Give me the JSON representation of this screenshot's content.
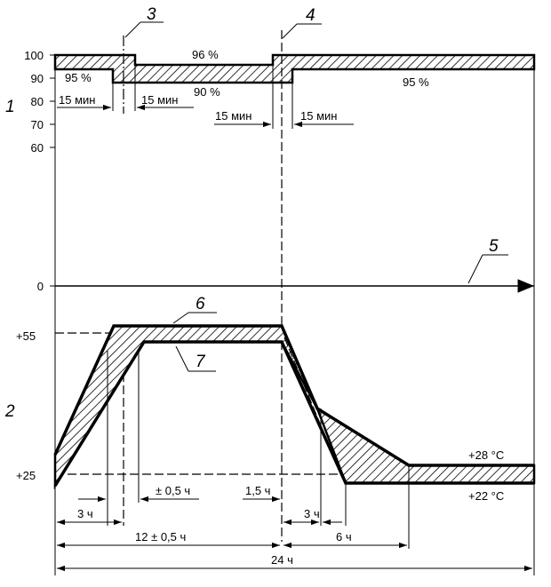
{
  "diagram": {
    "humidity_axis": {
      "section_label": "1",
      "ticks": [
        "100",
        "90",
        "80",
        "70",
        "60",
        "0"
      ]
    },
    "temperature_axis": {
      "section_label": "2",
      "ticks": [
        "+55",
        "+25"
      ]
    },
    "humidity_labels": {
      "left_band": "95 %",
      "middle_band": "96 %",
      "middle_lower": "90 %",
      "right_band": "95 %"
    },
    "transition_labels": {
      "t1_left": "15 мин",
      "t1_right": "15 мин",
      "t2_left": "15 мин",
      "t2_right": "15 мин"
    },
    "temperature_labels": {
      "upper_end": "+28 °C",
      "lower_end": "+22 °C"
    },
    "time_dimensions": {
      "rise": "3 ч",
      "tolerance": "± 0,5 ч",
      "hold": "1,5 ч",
      "fall": "3 ч",
      "half_cycle": "12 ± 0,5 ч",
      "recovery": "6 ч",
      "full_cycle": "24 ч"
    },
    "callouts": {
      "c3": "3",
      "c4": "4",
      "c5": "5",
      "c6": "6",
      "c7": "7"
    }
  }
}
